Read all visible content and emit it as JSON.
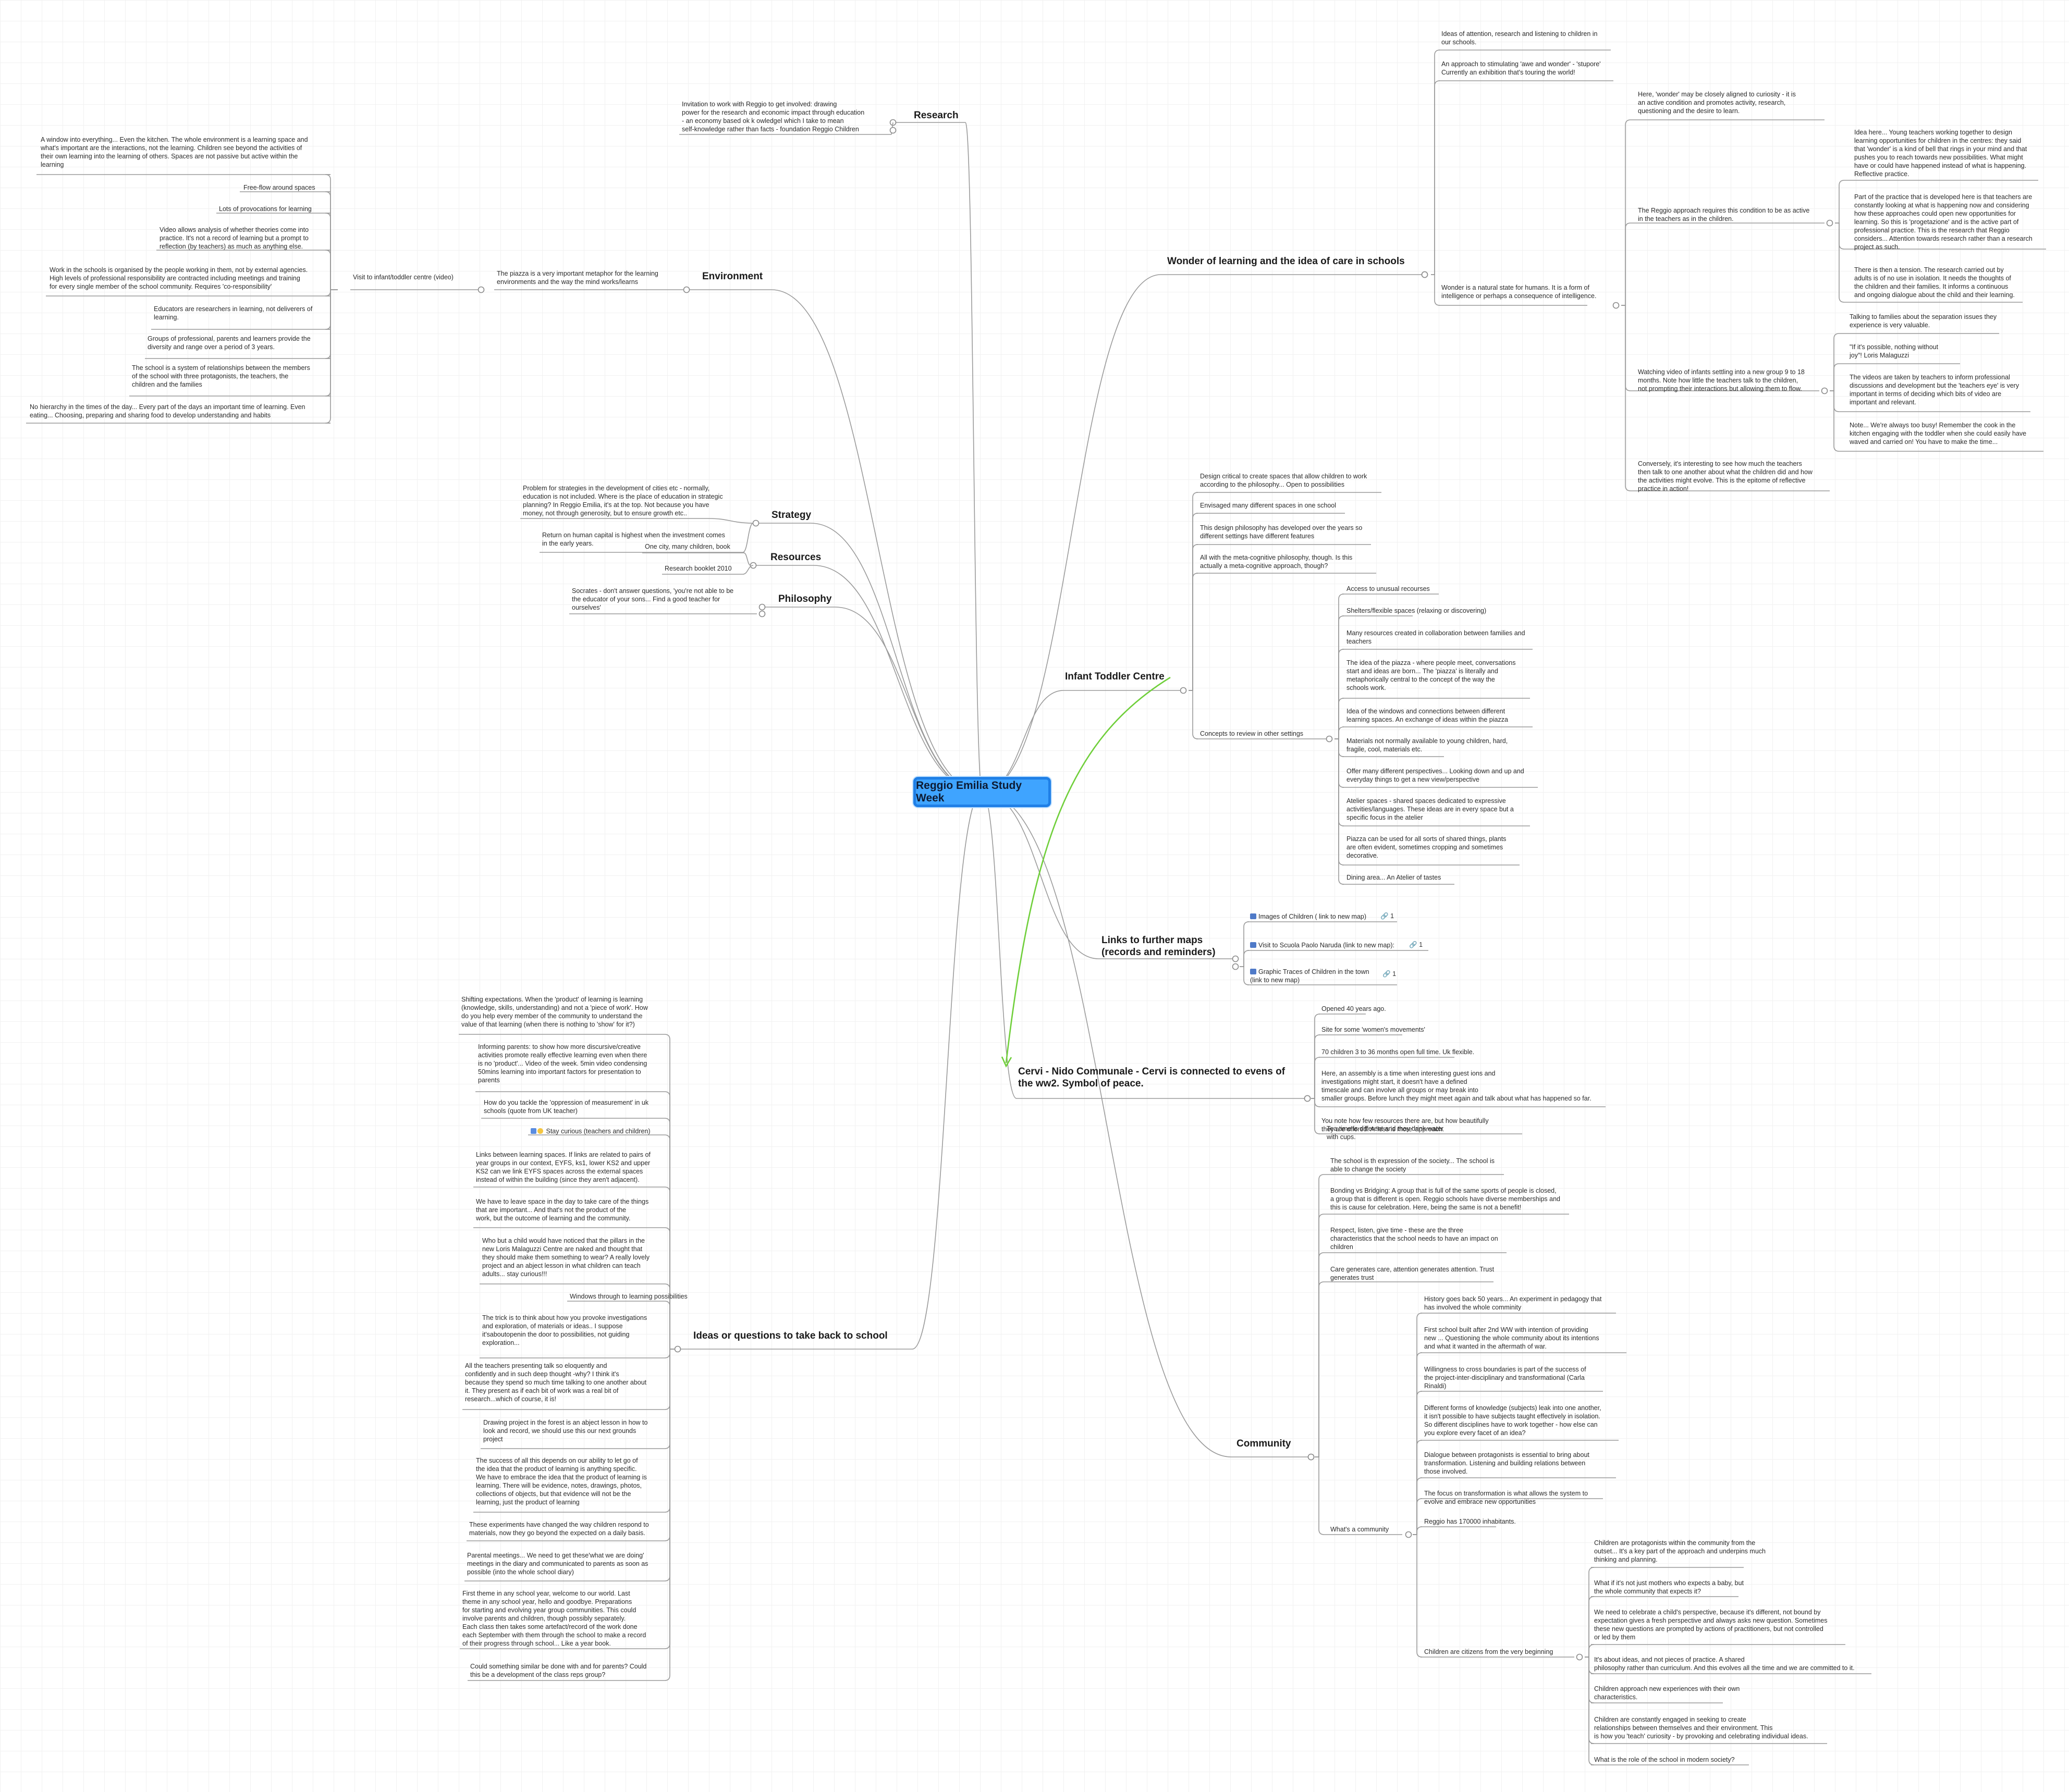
{
  "root": "Reggio Emilia Study Week",
  "branches": {
    "research": "Research",
    "environment": "Environment",
    "strategy": "Strategy",
    "resources": "Resources",
    "philosophy": "Philosophy",
    "ideas": "Ideas or questions  to take back to school",
    "wonder": "Wonder of learning and the idea of care in schools",
    "infant": "Infant Toddler Centre",
    "links": "Links to further maps\n(records and reminders)",
    "cervi": "Cervi - Nido Communale - Cervi is connected to evens of\nthe ww2. Symbol of peace.",
    "community": "Community"
  },
  "research": {
    "invitation": "Invitation to work with Reggio to get involved: drawing\npower for the research and economic impact through education\n- an economy based ok k owledgel which I take to mean\nself-knowledge rather than facts - foundation Reggio Children"
  },
  "environment": {
    "piazza": "The piazza is a very important metaphor for the learning\nenvironments and the way the mind works/learns",
    "visit": "Visit to infant/toddler centre (video)",
    "items": [
      "A window into everything... Even the kitchen. The whole environment is a learning space and\nwhat's important are the interactions, not the learning. Children see beyond the activities of\ntheir own learning into the learning of others. Spaces are not passive but active within the\nlearning",
      "Free-flow around spaces",
      "Lots of provocations for learning",
      "Video allows analysis of whether theories come into\npractice. It's not a record of learning but a prompt to\nreflection (by teachers) as much as anything else.",
      "Work in the schools is organised by the people working in them, not by external agencies.\nHigh levels of professional responsibility are contracted including meetings and training\nfor every single member of the school community. Requires 'co-responsibility'",
      "Educators are researchers in learning, not deliverers of\nlearning.",
      "Groups of professional, parents and learners provide the\ndiversity and range over a period of 3 years.",
      "The school is a system of relationships between the members\nof the school with three protagonists, the teachers, the\nchildren and the families",
      "No hierarchy in the times of the day... Every part of the days an important time of learning. Even\neating... Choosing, preparing and sharing food to develop understanding and habits"
    ]
  },
  "strategy": {
    "problem": "Problem for strategies in the development of cities etc - normally,\neducation is not included. Where is the place of education in strategic\nplanning? In Reggio Emilia, it's at the top. Not because you have\nmoney, not through generosity, but to ensure growth etc..",
    "human_capital": "Return on human capital is highest when the investment comes\nin the early years."
  },
  "resources": {
    "one_city": "One city, many children, book",
    "booklet": "Research booklet 2010"
  },
  "philosophy": {
    "socrates": "Socrates - don't answer questions, 'you're not able to be\nthe educator of your sons... Find a good teacher for\nourselves'"
  },
  "ideas": {
    "items": [
      "Shifting expectations. When the 'product' of learning is learning\n(knowledge, skills, understanding) and not a 'piece of work'. How\ndo you help every member of the community to understand the\nvalue of that learning (when there is nothing to 'show' for it?)",
      "Informing parents: to show how more discursive/creative\nactivities promote really effective learning even when there\nis no 'product'... Video of the week. 5min video condensing\n50mins learning into important factors for presentation to\nparents",
      "How do you tackle the 'oppression of measurement' in uk\nschools (quote from UK teacher)",
      "Stay curious (teachers and children)",
      "Links between learning spaces. If links are related to pairs of\nyear groups in our context, EYFS, ks1, lower KS2 and upper\nKS2 can we link EYFS spaces across the external spaces\ninstead of within the building (since they aren't adjacent).",
      "We have to leave space in the day to take care of the things\nthat are important... And that's not the product of the\nwork, but the outcome of learning and the community.",
      "Who but a child would have noticed that the pillars in the\nnew Loris Malaguzzi Centre are naked and thought that\nthey should make them something to wear? A really lovely\nproject and an abject lesson in what children can teach\nadults... stay curious!!!",
      "Windows through to learning possibilities",
      "The trick is to think about how you provoke investigations\nand exploration, of materials or ideas.. I suppose\nit'saboutopenin the door to possibilities, not guiding\nexploration...",
      "All the teachers presenting talk so eloquently and\nconfidently and in such deep thought -why? I think it's\nbecause they spend so much time talking to one another about\nit. They present as if each bit of work was a real bit of\nresearch...which of course, it is!",
      "Drawing project in the forest is an abject lesson in how to\nlook and record, we should use this our next grounds\nproject",
      "The success of all this depends on our ability to let go of\nthe idea that the product of learning is anything specific.\nWe have to embrace the idea that the product of learning is\nlearning. There will be evidence, notes, drawings, photos,\ncollections of objects, but that evidence will not be the\nlearning, just the product of learning",
      "These experiments have changed the way children respond to\nmaterials, now they go beyond the expected on a daily basis.",
      "Parental meetings... We need to get these'what we are doing'\nmeetings in the diary and communicated to parents as soon as\npossible (into the whole school diary)",
      "First theme in any school year, welcome to our world. Last\ntheme in any school year, hello and goodbye. Preparations\nfor starting and evolving year group communities. This could\ninvolve parents and children, though possibly separately.\nEach class then takes some artefact/record of the work done\neach September with them through the school to make a record\nof their progress through school... Like a year book.",
      "Could something similar be done with and for parents? Could\nthis be a development of the class reps group?"
    ]
  },
  "wonder": {
    "attention": "Ideas of attention, research and listening to children in\nour schools.",
    "awe": "An approach to stimulating 'awe and wonder' - 'stupore'\nCurrently an exhibition that's touring the world!",
    "natural": "Wonder is a natural state for humans. It is a form of\nintelligence or perhaps a consequence of intelligence.",
    "curiosity": "Here, 'wonder' may be closely aligned to curiosity - it is\nan active condition and promotes activity, research,\nquestioning and the desire to learn.",
    "condition": "The Reggio approach requires this condition to be as active\nin the teachers as in the children.",
    "young_teachers": "Idea here... Young teachers working together to design\nlearning opportunities for children in the centres: they said\nthat 'wonder' is a kind of bell that rings in your mind and that\npushes you to reach towards new possibilities. What might\nhave or could have happened instead of what is happening.\nReflective practice.",
    "part_of_practice": "Part of the practice that is developed here is that teachers are\nconstantly looking at what is happening now and considering\nhow these approaches could open new opportunities for\nlearning. So this is 'progetazione' and is the active part of\nprofessional practice. This is the research that Reggio\nconsiders... Attention towards research rather than a research\nproject as such.",
    "tension": "There is then a tension. The research carried out by\nadults is of no use in isolation. It needs the thoughts of\nthe children and their families. It informs a continuous\nand ongoing dialogue about the child and their learning.",
    "watching": "Watching video of infants settling into a new group 9 to 18\nmonths. Note how little the teachers talk to the children,\nnot prompting their interactions but allowing them to flow.",
    "talking_families": "Talking to families about the separation issues they\nexperience is very valuable.",
    "malaguzzi": "\"If it's possible, nothing without\njoy\"! Loris Malaguzzi",
    "videos_taken": "The videos are taken by teachers to inform professional\ndiscussions and development but the 'teachers eye' is very\nimportant in terms of deciding which bits of video are\nimportant and relevant.",
    "too_busy": "Note... We're always too busy! Remember the cook in the\nkitchen engaging with the toddler when she could easily have\nwaved and carried on! You have to make the time...",
    "conversely": "Conversely, it's interesting to see how much the teachers\nthen talk to one another about what the children did and how\nthe activities might evolve. This is the epitome of reflective\npractice in action!"
  },
  "infant": {
    "design": "Design critical to create spaces that allow children to work\naccording to the philosophy... Open to possibilities",
    "envisaged": "Envisaged many different spaces in one school",
    "design_philosophy": "This design philosophy has developed over the years so\ndifferent settings have different features",
    "meta": "All with the meta-cognitive philosophy, though. Is this\nactually a meta-cognitive approach, though?",
    "concepts": "Concepts to review in other settings",
    "concept_items": [
      "Access to unusual recourses",
      "Shelters/flexible spaces (relaxing or discovering)",
      "Many resources created in collaboration between families and\nteachers",
      "The idea of the piazza - where people meet, conversations\nstart and ideas are born... The 'piazza' is literally and\nmetaphorically central to the concept of the way the\nschools work.",
      "Idea of the windows and connections between different\nlearning spaces. An exchange of ideas within the piazza",
      "Materials not normally available to young children, hard,\nfragile, cool, materials etc.",
      "Offer many different perspectives... Looking down and up and\neveryday things to get a new view/perspective",
      "Atelier spaces - shared spaces dedicated to expressive\nactivities/languages. These ideas are in every space but a\nspecific focus in the atelier",
      "Piazza can be used for all sorts of shared things, plants\nare often evident, sometimes cropping and sometimes\ndecorative.",
      "Dining area... An Atelier of tastes"
    ]
  },
  "links": {
    "items": [
      {
        "label": "Images of Children ( link to new map)",
        "count": "1"
      },
      {
        "label": "Visit to Scuola Paolo Naruda (link to new map):",
        "count": "1"
      },
      {
        "label": "Graphic Traces of Children in the town\n(link to new map)",
        "count": "1"
      }
    ]
  },
  "cervi": {
    "items": [
      "Opened 40 years ago.",
      "Site for some 'women's movements'",
      "70 children 3 to 36 months open full time. Uk flexible.",
      "Here, an assembly is a time when interesting guest ions and\ninvestigations might start, it doesn't have a defined\ntimescale and can involve all groups or may break into\nsmaller groups. Before lunch they might meet again and talk about what has happened so far.",
      "You note how few resources there are, but how beautifully\nthey are offered. A 'less is more' approach.",
      "Tea time is different and they drink water\nwith cups."
    ]
  },
  "community": {
    "top_items": [
      "The school is th expression of the society... The school is\nable to change the society",
      "Bonding vs Bridging: A group that is full of the same sports of people is closed,\na group that is different is open. Reggio schools have diverse memberships and\nthis is  cause for celebration. Here, being the same is not a benefit!",
      "Respect, listen, give time - these are the three\ncharacteristics that the school needs to have an impact on\nchildren",
      "Care generates care, attention generates attention. Trust\ngenerates trust"
    ],
    "whats": "What's a community",
    "whats_items": [
      "History goes back 50 years... An experiment in pedagogy that\nhas involved the whole comminity",
      "First school built after 2nd WW with intention of providing\nnew ... Questioning the whole community about its intentions\nand what it wanted in the aftermath of war.",
      "Willingness to cross boundaries is part of the success of\nthe project-inter-disciplinary and transformational (Carla\nRinaldi)",
      "Different forms of knowledge (subjects) leak into one another,\nit isn't possible to have subjects taught effectively in isolation.\nSo different disciplines have to work together - how else can\nyou explore every facet of an idea?",
      "Dialogue between protagonists is essential to bring about\ntransformation. Listening and building relations between\nthose involved.",
      "The focus on transformation is what allows the system to\nevolve and embrace new opportunities",
      "Reggio has 170000 inhabitants."
    ],
    "citizens": "Children are citizens from the very beginning",
    "citizens_items": [
      "Children are protagonists within the community from the\noutset... It's a key part of the approach and underpins much\nthinking and planning.",
      "What if it's not just mothers who expects a baby, but\nthe whole community that expects it?",
      "We need to celebrate a child's perspective, because it's different, not bound by\nexpectation gives a fresh perspective and always asks new question. Sometimes\nthese new questions are prompted by actions of practitioners, but not controlled\nor led by them",
      "It's about ideas, and not pieces of practice. A shared\nphilosophy rather than curriculum. And this evolves all the time and we are committed to it.",
      "Children approach new experiences with their own\ncharacteristics.",
      "Children are constantly engaged in seeking to create\nrelationships between themselves and their environment. This\nis how you 'teach' curiosity - by provoking and celebrating individual ideas.",
      "What is the role of the school in modern society?"
    ]
  },
  "colors": {
    "root_fill": "#3fa4ff",
    "root_border": "#1f7fe6",
    "line": "#9a9a9a",
    "relationship": "#6fcf3a"
  }
}
